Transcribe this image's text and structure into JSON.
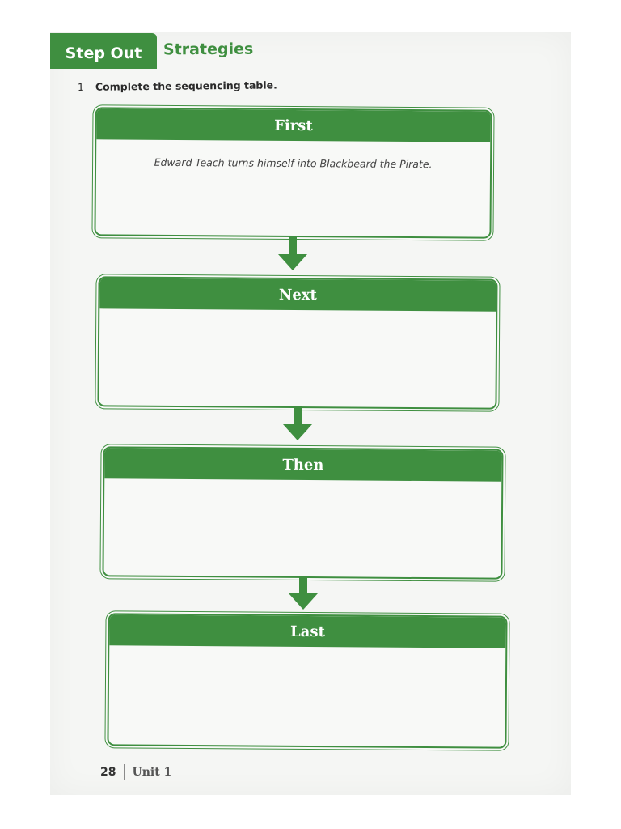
{
  "header": {
    "tab_label": "Step Out",
    "title": "Strategies"
  },
  "exercise": {
    "number": "1",
    "instruction": "Complete the sequencing table."
  },
  "sequence": [
    {
      "label": "First",
      "content": "Edward Teach turns himself into Blackbeard the Pirate."
    },
    {
      "label": "Next",
      "content": ""
    },
    {
      "label": "Then",
      "content": ""
    },
    {
      "label": "Last",
      "content": ""
    }
  ],
  "footer": {
    "page_number": "28",
    "unit": "Unit 1"
  },
  "colors": {
    "accent": "#3f8f40",
    "paper": "#f5f6f4"
  },
  "icons": {
    "arrow": "down-arrow-icon"
  }
}
